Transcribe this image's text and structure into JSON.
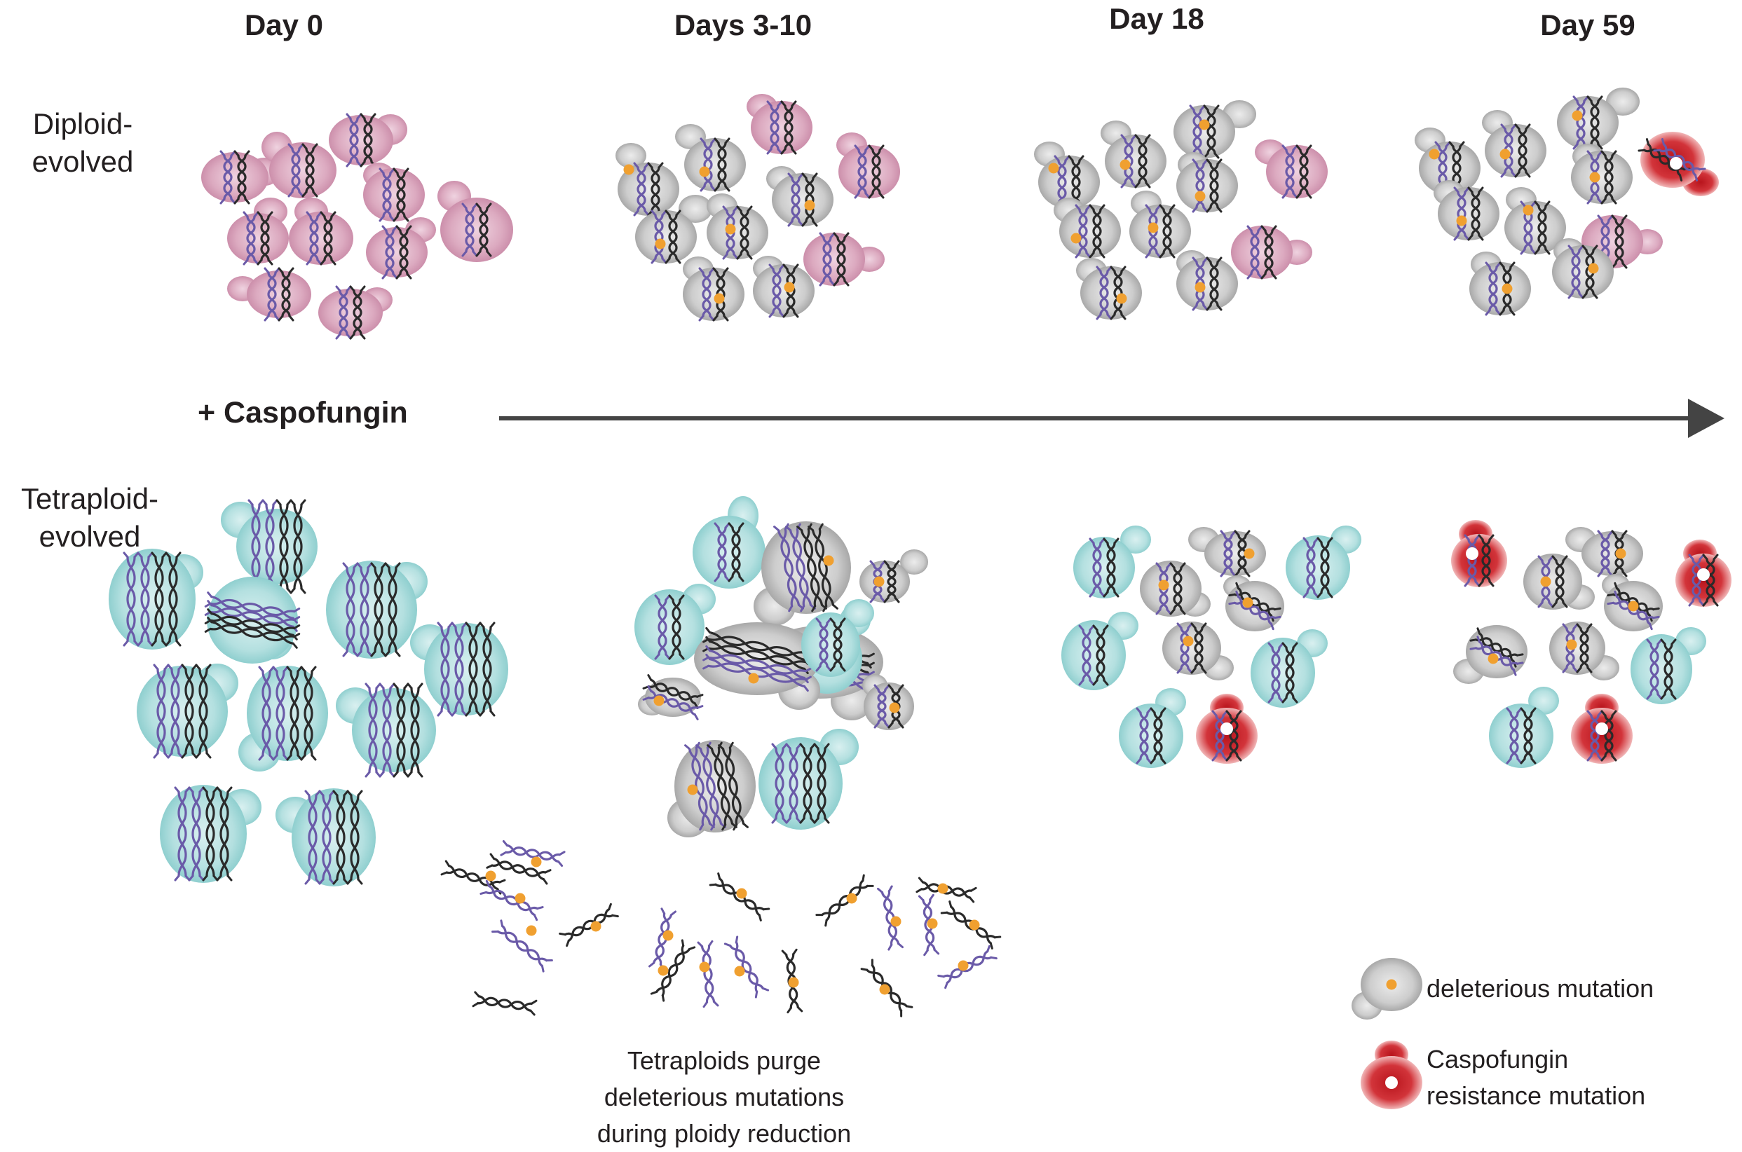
{
  "timepoints": [
    "Day 0",
    "Days 3-10",
    "Day 18",
    "Day 59"
  ],
  "rows": {
    "diploid": "Diploid-\nevolved",
    "tetraploid": "Tetraploid-\nevolved"
  },
  "treatment": "+ Caspofungin",
  "caption": "Tetraploids purge\ndeleterious mutations\nduring ploidy reduction",
  "legend": {
    "deleterious": "deleterious mutation",
    "resistance": "Caspofungin\nresistance mutation"
  },
  "colors": {
    "diploid_cell": "#d8a4bc",
    "tetraploid_cell": "#aadcdd",
    "mutant_cell": "#c4c4c4",
    "resistant_cell": "#cc2a30",
    "chromosome_purple": "#6a5aa8",
    "chromosome_black": "#2a2a2a",
    "mutation_dot": "#f0a030",
    "arrow": "#444444"
  },
  "icons": [
    "budding-yeast-cell-icon",
    "chromosome-icon",
    "mutation-dot-icon",
    "timeline-arrow-icon"
  ]
}
